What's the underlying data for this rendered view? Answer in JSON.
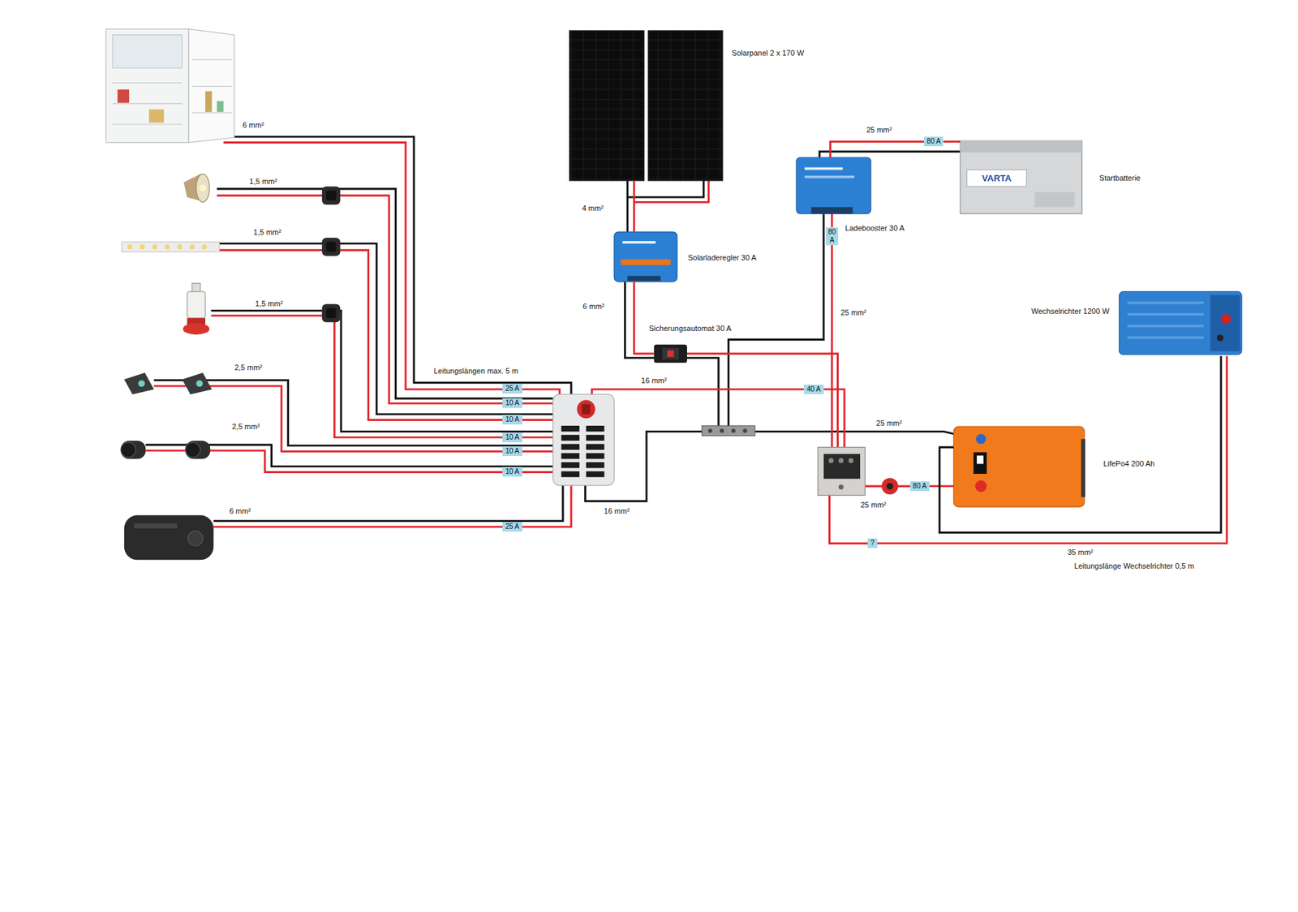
{
  "diagram": {
    "nodes": [
      {
        "text": [
          "Solarpanel 2 x 170 W"
        ]
      },
      {
        "text": [
          "Ladebooster 30 A"
        ]
      },
      {
        "text": [
          "80 A"
        ]
      },
      {
        "text": [
          "Startbatterie"
        ]
      },
      {
        "text": [
          "80 A"
        ]
      },
      {
        "text": [
          "Solarladeregler 30 A"
        ]
      },
      {
        "text": [
          "Wechselrichter 1200 W"
        ]
      },
      {
        "text": [
          "Sicherungsautomat 30 A"
        ]
      },
      {
        "text": [
          "25 A"
        ]
      },
      {
        "text": [
          "10 A"
        ]
      },
      {
        "text": [
          "10 A"
        ]
      },
      {
        "text": [
          "10 A"
        ]
      },
      {
        "text": [
          "10 A"
        ]
      },
      {
        "text": [
          "10 A"
        ]
      },
      {
        "text": [
          "40 A"
        ]
      },
      {
        "text": [
          "LifePo4 200 Ah"
        ]
      },
      {
        "text": [
          "80 A"
        ]
      },
      {
        "text": [
          "25 A"
        ]
      },
      {
        "text": [
          "?"
        ]
      }
    ],
    "edges": [
      {
        "from": 0,
        "to": 5,
        "arrow": "none"
      },
      {
        "from": 5,
        "to": 7,
        "arrow": "none"
      },
      {
        "from": 1,
        "to": 2,
        "arrow": "none"
      },
      {
        "from": 2,
        "to": 3,
        "arrow": "none"
      },
      {
        "from": 1,
        "to": 4,
        "arrow": "none"
      },
      {
        "from": 16,
        "to": 15,
        "arrow": "none"
      },
      {
        "from": 18,
        "to": 6,
        "arrow": "none"
      },
      {
        "from": 15,
        "to": 6,
        "arrow": "none"
      }
    ],
    "labels": [
      "6 mm²",
      "1,5 mm²",
      "1,5 mm²",
      "1,5 mm²",
      "2,5 mm²",
      "2,5 mm²",
      "6 mm²",
      "Leitungslängen max. 5 m",
      "4 mm²",
      "6 mm²",
      "25 mm²",
      "25 mm²",
      "16 mm²",
      "16 mm²",
      "25 mm²",
      "25 mm²",
      "35 mm²",
      "Leitungslänge Wechselrichter 0,5 m",
      "VARTA"
    ]
  }
}
